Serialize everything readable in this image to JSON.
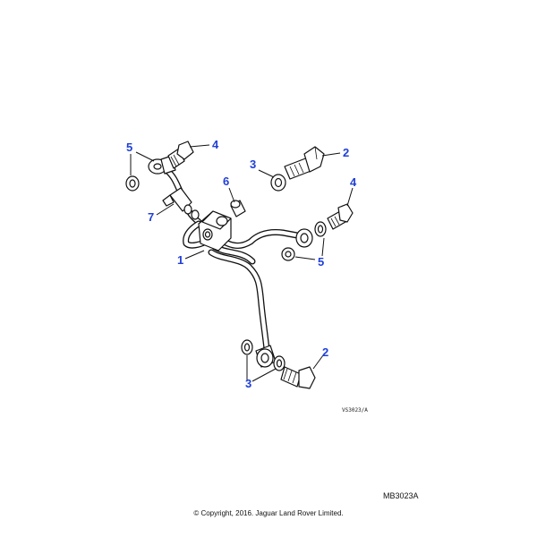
{
  "callouts": {
    "c1": "1",
    "c2_top": "2",
    "c2_bottom": "2",
    "c3_top": "3",
    "c3_bottom": "3",
    "c4_left": "4",
    "c4_right": "4",
    "c5_left": "5",
    "c5_right": "5",
    "c6": "6",
    "c7": "7"
  },
  "drawing_code": "VS3023/A",
  "reference_number": "MB3023A",
  "copyright": "© Copyright, 2016. Jaguar Land Rover Limited.",
  "colors": {
    "callout": "#1f3fd6",
    "line": "#111111"
  }
}
